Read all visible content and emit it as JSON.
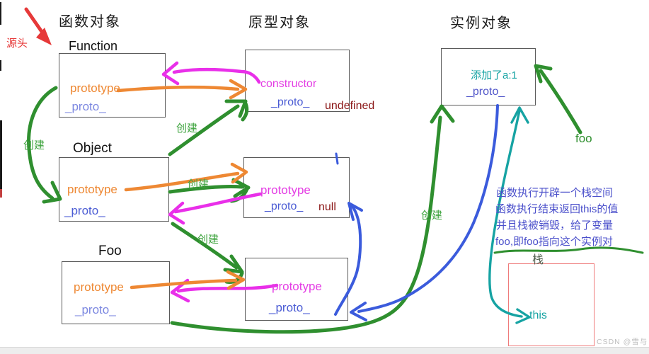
{
  "columns": {
    "function_objects": "函数对象",
    "prototype_objects": "原型对象",
    "instance_objects": "实例对象"
  },
  "labels": {
    "source": "源头",
    "create": "创建",
    "foo_variable": "foo",
    "stack": "栈",
    "watermark": "CSDN @雪与"
  },
  "boxes": {
    "function": {
      "title": "Function",
      "prototype": "prototype",
      "proto": "_proto_"
    },
    "function_prototype": {
      "constructor": "constructor",
      "proto": "_proto_",
      "proto_value": "undefined"
    },
    "object": {
      "title": "Object",
      "prototype": "prototype",
      "proto": "_proto_"
    },
    "object_prototype": {
      "prototype": "prototype",
      "proto": "_proto_",
      "proto_value": "null"
    },
    "foo": {
      "title": "Foo",
      "prototype": "prototype",
      "proto": "_proto_"
    },
    "foo_prototype": {
      "prototype": "prototype",
      "proto": "_proto_"
    },
    "instance": {
      "added_property": "添加了a:1",
      "proto": "_proto_"
    },
    "stack_frame": {
      "this_label": "this"
    }
  },
  "note": {
    "line1": "函数执行开辟一个栈空间",
    "line2": "函数执行结束返回this的值",
    "line3": "并且栈被销毁，给了变量",
    "line4": "foo,即foo指向这个实例对"
  },
  "colors": {
    "orange": "#ee8833",
    "magenta": "#e43de4",
    "green": "#2f8f2f",
    "blue_arrow": "#3b5bdc",
    "teal": "#16a3a3",
    "dark_red": "#8b1616",
    "note_blue": "#4b50cb",
    "source_red": "#e63939",
    "stack_box_red": "#ef7b7b"
  }
}
